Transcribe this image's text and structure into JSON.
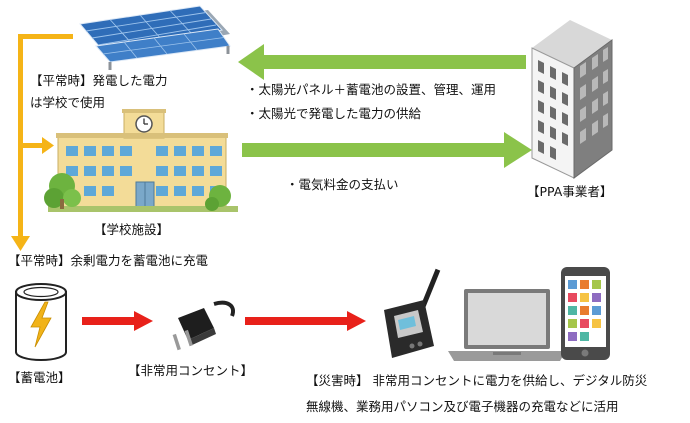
{
  "labels": {
    "normal_generation_line1": "【平常時】発電した電力",
    "normal_generation_line2": "は学校で使用",
    "ppa_service_line1": "・太陽光パネル＋蓄電池の設置、管理、運用",
    "ppa_service_line2": "・太陽光で発電した電力の供給",
    "payment": "・電気料金の支払い",
    "school": "【学校施設】",
    "ppa_provider": "【PPA事業者】",
    "normal_surplus": "【平常時】余剰電力を蓄電池に充電",
    "battery": "【蓄電池】",
    "emergency_outlet": "【非常用コンセント】",
    "disaster_line1": "【災害時】 非常用コンセントに電力を供給し、デジタル防災",
    "disaster_line2": "無線機、業務用パソコン及び電子機器の充電などに活用"
  },
  "colors": {
    "flow_yellow": "#F5B417",
    "flow_green": "#8BC34A",
    "flow_red": "#E8211A",
    "panel_blue": "#2F6DB8",
    "building_gray": "#8C8C8C",
    "school_wall": "#F3DC98",
    "battery_bolt": "#F1B319"
  },
  "icons": [
    "solar-panel-icon",
    "school-building-icon",
    "office-building-icon",
    "battery-icon",
    "power-plug-icon",
    "radio-icon",
    "laptop-icon",
    "smartphone-icon"
  ]
}
